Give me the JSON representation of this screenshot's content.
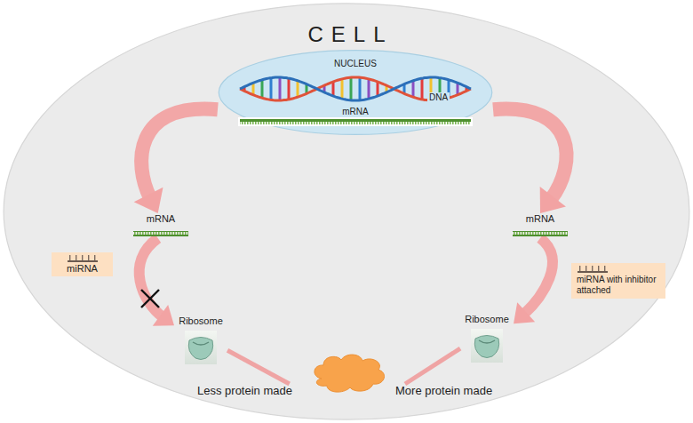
{
  "diagram": {
    "nodes": [
      {
        "text": [
          "CELL"
        ]
      },
      {
        "text": [
          "NUCLEUS",
          "DNA",
          "mRNA"
        ],
        "in": 0
      },
      {
        "text": [
          "mRNA"
        ],
        "in": 0
      },
      {
        "text": [
          "mRNA"
        ],
        "in": 0
      },
      {
        "text": [
          "miRNA"
        ],
        "in": 0
      },
      {
        "text": [
          "miRNA with inhibitor attached"
        ],
        "in": 0
      },
      {
        "text": [
          "Ribosome"
        ],
        "in": 0
      },
      {
        "text": [
          "Ribosome"
        ],
        "in": 0
      },
      {
        "text": [
          "Less protein made"
        ],
        "in": 0
      },
      {
        "text": [
          "More protein made"
        ],
        "in": 0
      }
    ],
    "edges": [
      {
        "from": 1,
        "to": 2,
        "arrow": "to"
      },
      {
        "from": 1,
        "to": 3,
        "arrow": "to"
      },
      {
        "from": 2,
        "to": 6,
        "arrow": "to"
      },
      {
        "from": 3,
        "to": 7,
        "arrow": "to"
      },
      {
        "from": 6,
        "to": 8,
        "arrow": "none"
      },
      {
        "from": 7,
        "to": 9,
        "arrow": "none"
      }
    ]
  }
}
